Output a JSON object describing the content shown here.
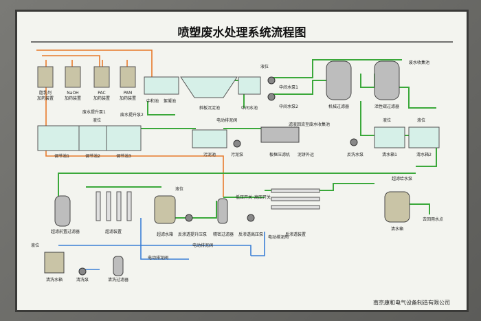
{
  "title": "喷塑废水处理系统流程图",
  "company": "南京康和电气设备制造有限公司",
  "labels": {
    "dosing1": "脂乳剂",
    "dosing1b": "加药装置",
    "dosing2": "NaOH",
    "dosing2b": "加药装置",
    "dosing3": "PAC",
    "dosing3b": "加药装置",
    "dosing4": "PAM",
    "dosing4b": "加药装置",
    "mid_pool": "中和池",
    "floc_pool": "絮凝池",
    "settler": "斜板沉淀池",
    "mid_water_pool": "中间水池",
    "level1": "液位",
    "level2": "液位",
    "level3": "液位",
    "level4": "液位",
    "level5": "液位",
    "level6": "液位",
    "mid_pump1": "中间水泵1",
    "mid_pump2": "中间水泵2",
    "mech_filter": "机械过滤器",
    "carbon_filter": "活性碳过滤器",
    "to_waste": "废水收集池",
    "lift_pump1": "废水提升泵1",
    "lift_pump2": "废水提升泵2",
    "sludge_valve": "电动排泥阀",
    "press_return": "滤液回流至废水收集池",
    "adjust1": "调节池1",
    "adjust2": "调节池2",
    "adjust3": "调节池3",
    "sludge_pool": "污泥池",
    "sludge_pump": "污泥泵",
    "plate_press": "板框压滤机",
    "cake_out": "泥饼外运",
    "backwash_pump": "反洗水泵",
    "clean1": "清水箱1",
    "clean2": "清水箱2",
    "ultra_pump": "超滤给水泵",
    "pre_filter": "超滤前置过滤器",
    "ultra_unit": "超滤装置",
    "ultra_tank": "超滤水箱",
    "ro_lift": "反渗透提升压泵",
    "precise_filter": "精密过滤器",
    "low_sw": "低压开关",
    "high_sw": "高压开关",
    "ro_hp_pump": "反渗透高压泵",
    "ro_unit": "反渗透装置",
    "clean_tank": "清水箱",
    "to_reuse": "去回用水点",
    "drain_valve1": "电动排泥阀",
    "drain_valve2": "电动排泥阀",
    "drain_valve3": "电动排泥阀",
    "wash_tank": "清洗水箱",
    "wash_pump": "清洗泵",
    "wash_filter": "清洗过滤器"
  },
  "colors": {
    "pipe_green": "#3aa83a",
    "pipe_orange": "#e8792a",
    "pipe_blue": "#3b7fd6",
    "equip": "#c9c4a6"
  }
}
